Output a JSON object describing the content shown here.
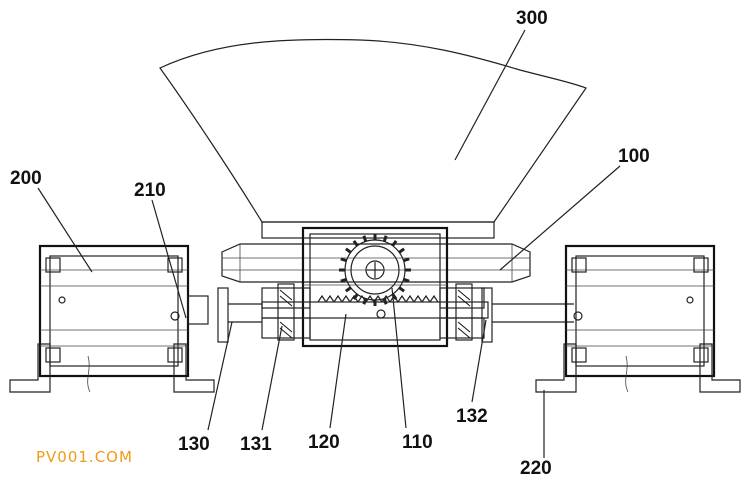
{
  "labels": {
    "l300": "300",
    "l100": "100",
    "l200": "200",
    "l210": "210",
    "l130": "130",
    "l131": "131",
    "l120": "120",
    "l110": "110",
    "l132": "132",
    "l220": "220"
  },
  "watermark": "PV001.COM",
  "colors": {
    "line": "#222222",
    "watermark": "#f29a1a",
    "background": "#ffffff"
  }
}
